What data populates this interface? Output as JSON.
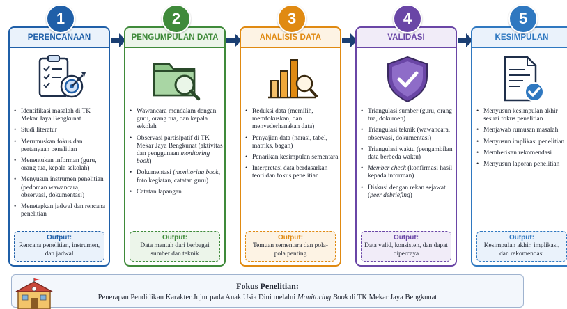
{
  "stages": [
    {
      "number": "1",
      "title": "PERENCANAAN",
      "items": [
        "Identifikasi masalah di TK Mekar Jaya Bengkunat",
        "Studi literatur",
        "Merumuskan fokus dan pertanyaan penelitian",
        "Menentukan informan (guru, orang tua, kepala sekolah)",
        "Menyusun instrumen penelitian (pedoman wawancara, observasi, dokumentasi)",
        "Menetapkan jadwal dan rencana penelitian"
      ],
      "output_label": "Output:",
      "output_text": "Rencana penelitian, instrumen, dan jadwal",
      "icon": "checklist-target-icon",
      "color": "#1f5fa8"
    },
    {
      "number": "2",
      "title": "PENGUMPULAN DATA",
      "items": [
        "Wawancara mendalam dengan guru, orang tua, dan kepala sekolah",
        "Observasi partisipatif di TK Mekar Jaya Bengkunat (aktivitas dan penggunaan monitoring book)",
        "Dokumentasi (monitoring book, foto kegiatan, catatan guru)",
        "Catatan lapangan"
      ],
      "output_label": "Output:",
      "output_text": "Data mentah dari berbagai sumber dan teknik",
      "icon": "folder-search-icon",
      "color": "#3f8a3a"
    },
    {
      "number": "3",
      "title": "ANALISIS DATA",
      "items": [
        "Reduksi data (memilih, memfokuskan, dan menyederhanakan data)",
        "Penyajian data (narasi, tabel, matriks, bagan)",
        "Penarikan kesimpulan sementara",
        "Interpretasi data berdasarkan teori dan fokus penelitian"
      ],
      "output_label": "Output:",
      "output_text": "Temuan sementara dan pola-pola penting",
      "icon": "bar-chart-search-icon",
      "color": "#e08a12"
    },
    {
      "number": "4",
      "title": "VALIDASI",
      "items": [
        "Triangulasi sumber (guru, orang tua, dokumen)",
        "Triangulasi teknik (wawancara, observasi, dokumentasi)",
        "Triangulasi waktu (pengambilan data berbeda waktu)",
        "Member check (konfirmasi hasil kepada informan)",
        "Diskusi dengan rekan sejawat (peer debriefing)"
      ],
      "output_label": "Output:",
      "output_text": "Data valid, konsisten, dan dapat dipercaya",
      "icon": "shield-check-icon",
      "color": "#6a46a6"
    },
    {
      "number": "5",
      "title": "KESIMPULAN",
      "items": [
        "Menyusun kesimpulan akhir sesuai fokus penelitian",
        "Menjawab rumusan masalah",
        "Menyusun implikasi penelitian",
        "Memberikan rekomendasi",
        "Menyusun laporan penelitian"
      ],
      "output_label": "Output:",
      "output_text": "Kesimpulan akhir, implikasi, dan rekomendasi",
      "icon": "document-check-icon",
      "color": "#2f78c0"
    }
  ],
  "focus": {
    "title": "Fokus Penelitian:",
    "text": "Penerapan Pendidikan Karakter Jujur pada Anak Usia Dini melalui Monitoring Book di TK Mekar Jaya Bengkunat",
    "icon": "school-building-icon"
  },
  "arrow_color": "#1b3f73"
}
